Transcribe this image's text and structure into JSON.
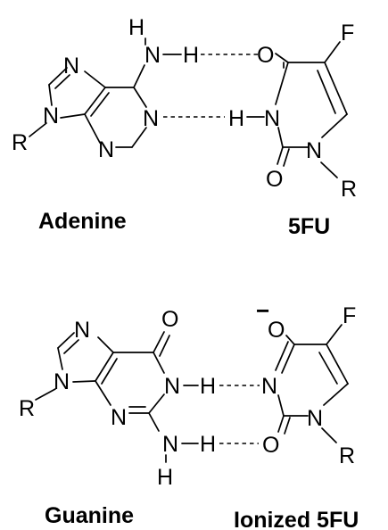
{
  "pair_1": {
    "adenine": {
      "name": "Adenine",
      "atoms": {
        "n7": "N",
        "n9": "N",
        "r": "R",
        "n3": "N",
        "n1": "N",
        "amino_n": "N",
        "amino_h_top": "H",
        "amino_h_bond": "H"
      }
    },
    "fu": {
      "name": "5FU",
      "atoms": {
        "o4": "O",
        "f": "F",
        "n3": "N",
        "h3": "H",
        "o2": "O",
        "n1": "N",
        "r": "R"
      }
    }
  },
  "pair_2": {
    "guanine": {
      "name": "Guanine",
      "atoms": {
        "n7": "N",
        "n9": "N",
        "r": "R",
        "n3": "N",
        "o6": "O",
        "n1": "N",
        "h1": "H",
        "amino_n": "N",
        "amino_h_bond": "H",
        "amino_h_bottom": "H"
      }
    },
    "ionized_fu": {
      "name": "Ionized 5FU",
      "charge": "−",
      "atoms": {
        "o4": "O",
        "f": "F",
        "n3": "N",
        "o2": "O",
        "n1": "N",
        "r": "R"
      }
    }
  }
}
